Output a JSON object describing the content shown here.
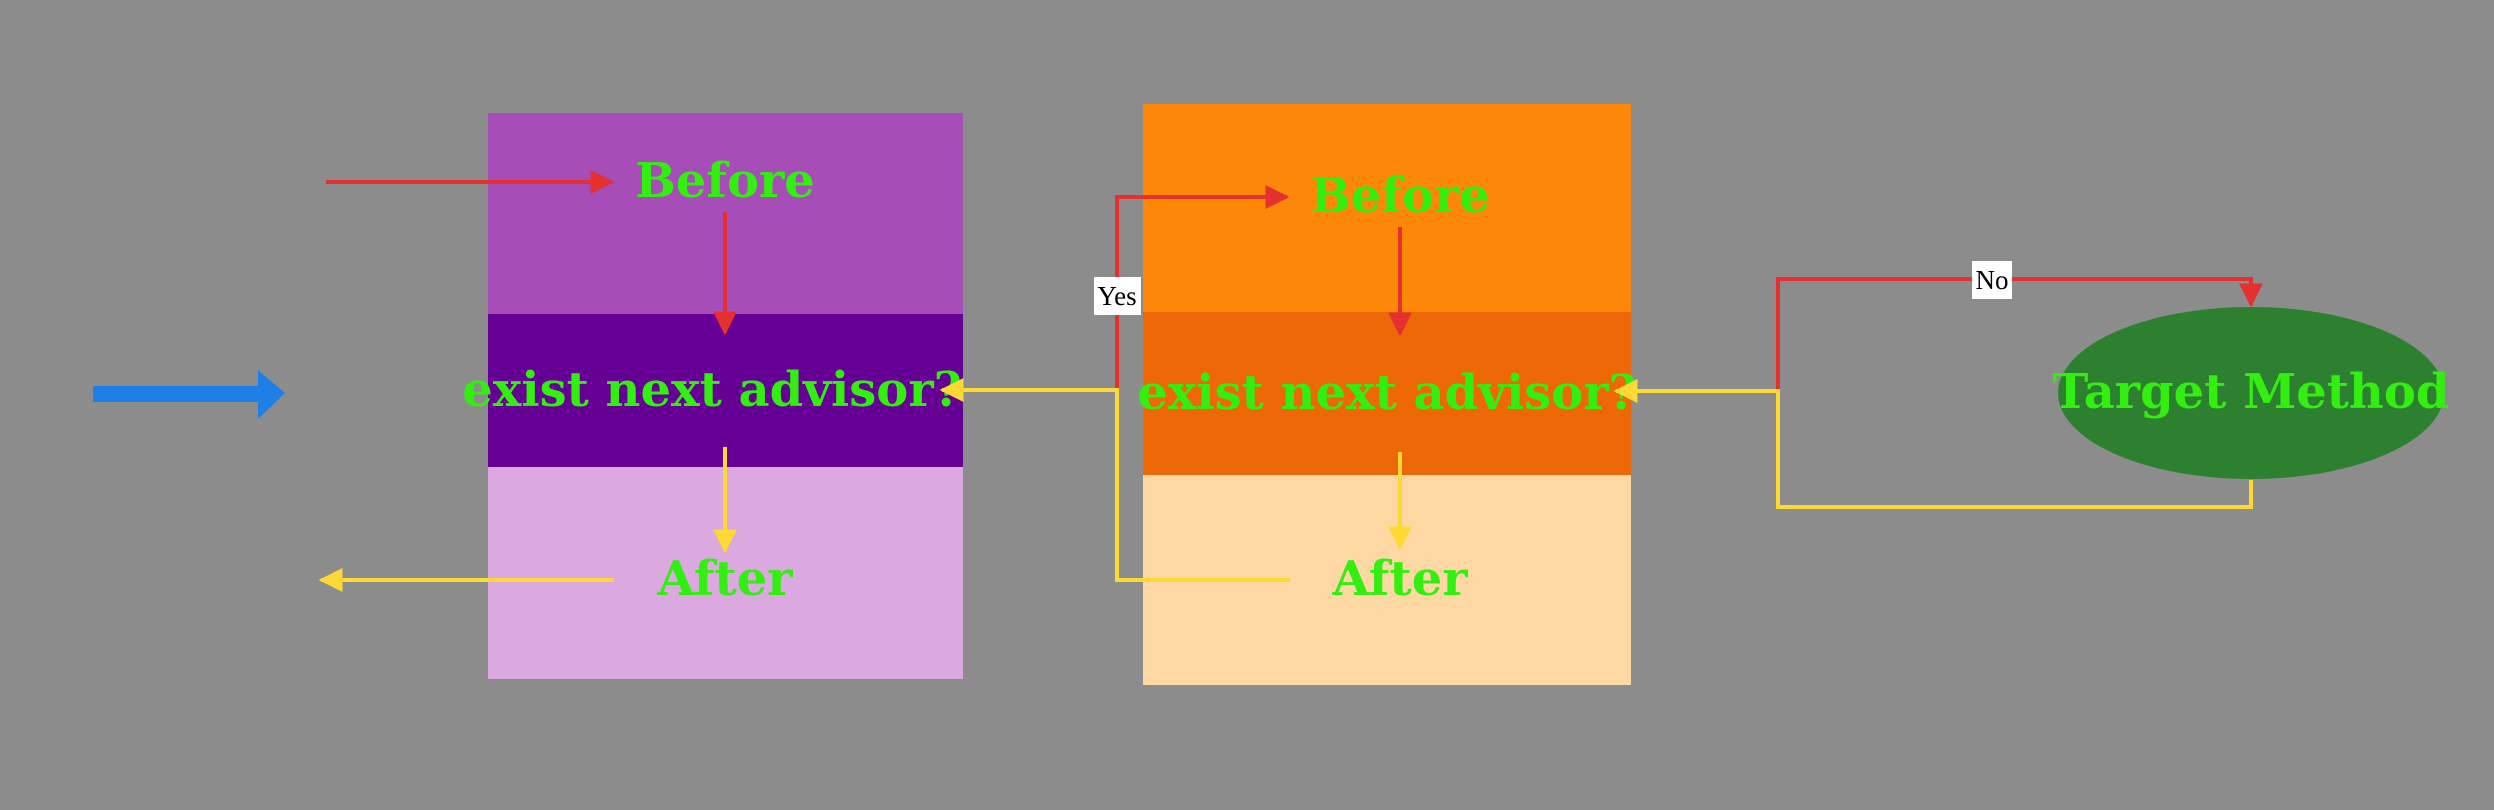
{
  "diagram": {
    "colors": {
      "background": "#8c8c8c",
      "text": "#33ee11",
      "red_arrow": "#e53030",
      "yellow_arrow": "#fcd934",
      "blue_arrow": "#1e7fe6",
      "purple_top": "#a64db8",
      "purple_mid": "#660094",
      "purple_bottom": "#dba8df",
      "orange_top": "#fd8708",
      "orange_mid": "#ef6807",
      "orange_bottom": "#fed8a2",
      "target": "#2e8031"
    },
    "advisor1": {
      "before": "Before",
      "check": "exist next advisor?",
      "after": "After"
    },
    "advisor2": {
      "before": "Before",
      "check": "exist next advisor?",
      "after": "After"
    },
    "target": {
      "label": "Target Method"
    },
    "edges": {
      "yes": "Yes",
      "no": "No"
    }
  }
}
